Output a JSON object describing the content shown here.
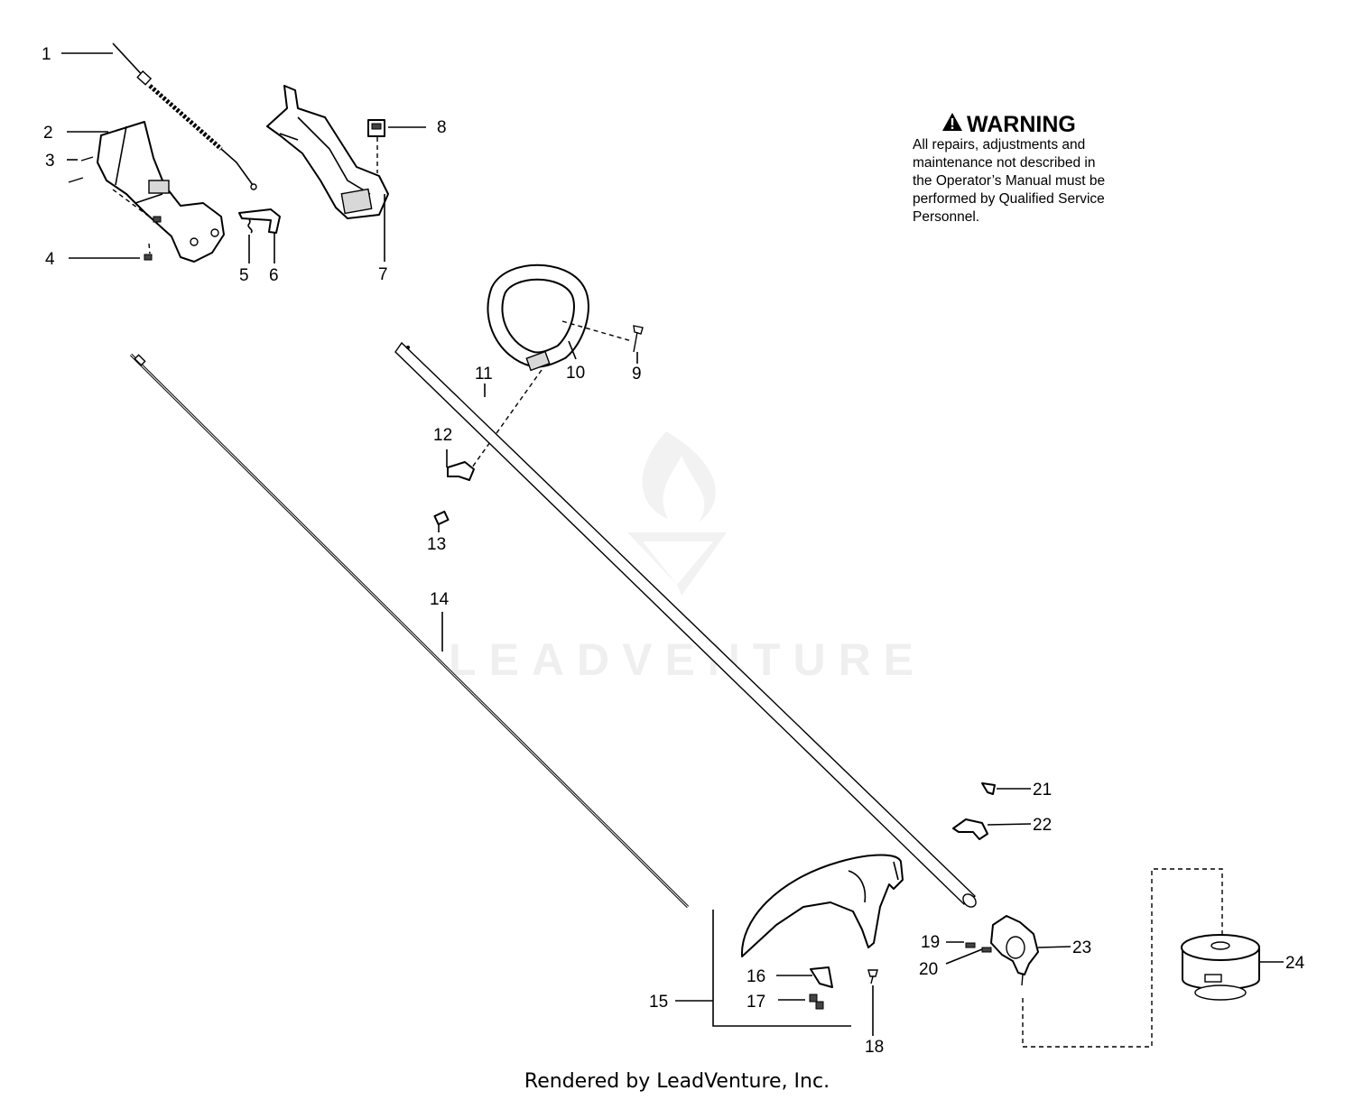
{
  "warning": {
    "title": "WARNING",
    "text": "All repairs, adjustments and\nmaintenance not described in\nthe Operator’s Manual must be\nperformed by Qualified Service\nPersonnel."
  },
  "watermark": {
    "text": "LEADVENTURE"
  },
  "footer": {
    "text": "Rendered by LeadVenture, Inc."
  },
  "callouts": {
    "c1": "1",
    "c2": "2",
    "c3": "3",
    "c4": "4",
    "c5": "5",
    "c6": "6",
    "c7": "7",
    "c8": "8",
    "c9": "9",
    "c10": "10",
    "c11": "11",
    "c12": "12",
    "c13": "13",
    "c14": "14",
    "c15": "15",
    "c16": "16",
    "c17": "17",
    "c18": "18",
    "c19": "19",
    "c20": "20",
    "c21": "21",
    "c22": "22",
    "c23": "23",
    "c24": "24"
  }
}
